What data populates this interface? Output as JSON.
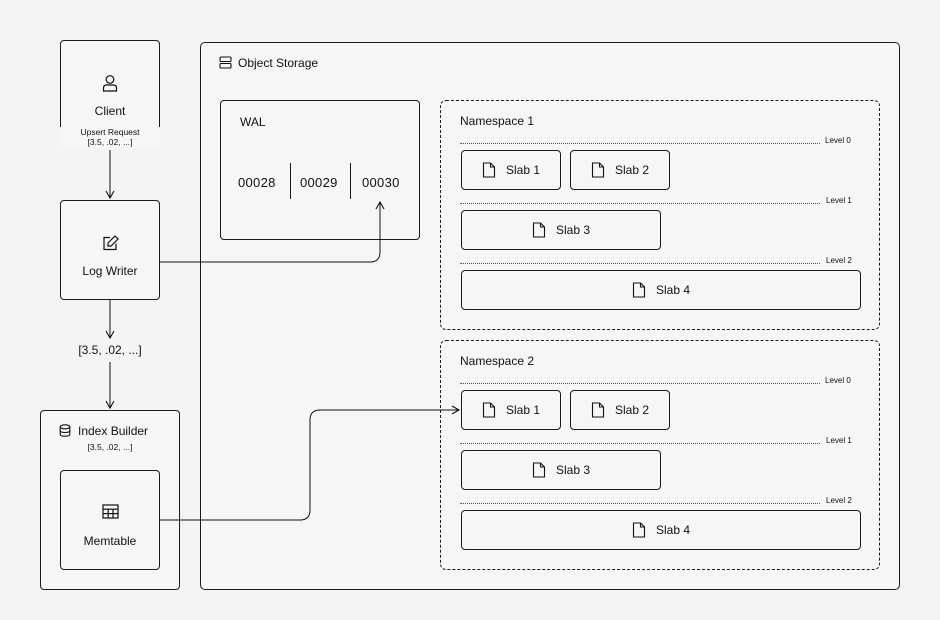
{
  "object_storage": {
    "title": "Object Storage"
  },
  "client": {
    "title": "Client",
    "request_label": "Upsert Request",
    "request_vector": "[3.5, .02, ...]"
  },
  "log_writer": {
    "title": "Log Writer"
  },
  "vector_label": "[3.5, .02, ...]",
  "index_builder": {
    "title": "Index Builder",
    "vector": "[3.5, .02, ...]"
  },
  "memtable": {
    "title": "Memtable"
  },
  "wal": {
    "title": "WAL",
    "segments": [
      "00028",
      "00029",
      "00030"
    ]
  },
  "namespaces": [
    {
      "title": "Namespace 1",
      "levels": [
        "Level 0",
        "Level 1",
        "Level 2"
      ],
      "slabs": [
        "Slab 1",
        "Slab 2",
        "Slab 3",
        "Slab 4"
      ]
    },
    {
      "title": "Namespace 2",
      "levels": [
        "Level 0",
        "Level 1",
        "Level 2"
      ],
      "slabs": [
        "Slab 1",
        "Slab 2",
        "Slab 3",
        "Slab 4"
      ]
    }
  ],
  "icons": {
    "storage": "server-icon",
    "client": "user-icon",
    "log_writer": "edit-icon",
    "index_builder": "database-icon",
    "memtable": "table-icon",
    "slab": "file-icon"
  }
}
